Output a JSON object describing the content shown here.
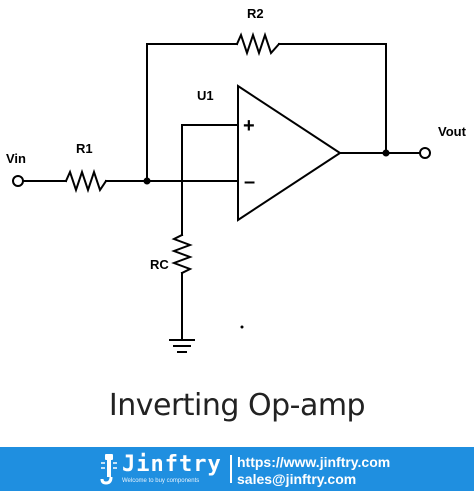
{
  "diagram": {
    "labels": {
      "vin": "Vin",
      "r1": "R1",
      "r2": "R2",
      "u1": "U1",
      "rc": "RC",
      "vout": "Vout",
      "plus": "+",
      "minus": "–"
    },
    "caption": "Inverting Op-amp"
  },
  "footer": {
    "brand": "Jinftry",
    "tagline": "Welcome to buy components",
    "website": "https://www.jinftry.com",
    "email": "sales@jinftry.com",
    "color": "#1f8fe0"
  }
}
